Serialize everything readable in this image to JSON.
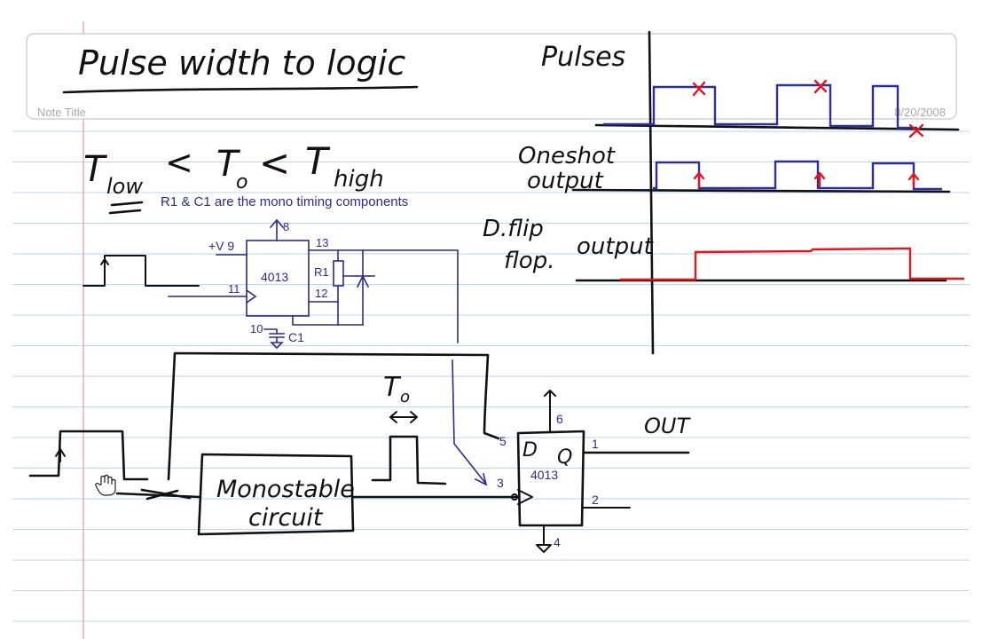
{
  "note": {
    "title_placeholder": "Note Title",
    "date": "8/20/2008",
    "heading": "Pulse width to logic"
  },
  "condition": {
    "t_low": "T",
    "t_low_sub": "low",
    "lt1": "<",
    "t_o": "T",
    "t_o_sub": "o",
    "lt2": "<",
    "t_high": "T",
    "t_high_sub": "high"
  },
  "timing_chart": {
    "pulses_label": "Pulses",
    "oneshot_label_1": "Oneshot",
    "oneshot_label_2": "output",
    "dff_label_1": "D.flip",
    "dff_label_2": "flop.",
    "dff_label_3": "output"
  },
  "schematic": {
    "caption": "R1 & C1 are the mono timing components",
    "ic_upper": "4013",
    "vplus": "+V 9",
    "pin8": "8",
    "pin13": "13",
    "pin11": "11",
    "pin12": "12",
    "pin10": "10",
    "r1": "R1",
    "c1": "C1"
  },
  "block": {
    "mono_line1": "Monostable",
    "mono_line2": "circuit",
    "to_label": "T",
    "to_sub": "o",
    "ic_lower": "4013",
    "d": "D",
    "q": "Q",
    "pin5": "5",
    "pin3": "3",
    "pin6": "6",
    "pin1": "1",
    "pin2": "2",
    "pin4": "4",
    "out": "OUT"
  },
  "colors": {
    "ink": "#111111",
    "schematic_blue": "#2b2b8c",
    "highlight_red": "#e8141c",
    "rule_line": "#b8d6ee",
    "margin_line": "#e7a7b8"
  }
}
